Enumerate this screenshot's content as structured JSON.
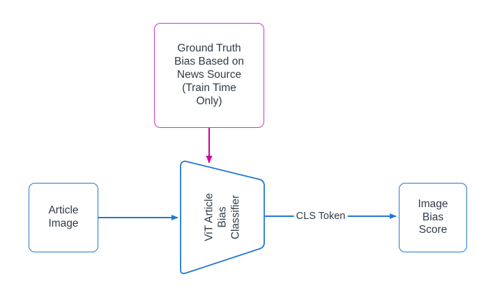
{
  "diagram": {
    "title": "ViT Article Bias Classifier pipeline",
    "background": "#ffffff",
    "colors": {
      "blue_stroke": "#1f78d1",
      "magenta_stroke": "#cc0099",
      "magenta_border": "#cc33cc",
      "text": "#2f3a46",
      "node_fill": "#ffffff"
    },
    "nodes": [
      {
        "id": "article-image",
        "label": "Article\nImage",
        "shape": "rounded-rectangle",
        "border_color": "#1f78d1"
      },
      {
        "id": "ground-truth",
        "label": "Ground Truth\nBias Based on\nNews Source\n(Train Time\nOnly)",
        "shape": "rounded-rectangle",
        "border_color": "#cc33cc"
      },
      {
        "id": "classifier",
        "label": "ViT Article\nBias\nClassifier",
        "shape": "trapezoid",
        "border_color": "#1f78d1",
        "text_rotation": "-90deg"
      },
      {
        "id": "image-bias-score",
        "label": "Image\nBias\nScore",
        "shape": "rounded-rectangle",
        "border_color": "#1f78d1"
      }
    ],
    "edges": [
      {
        "id": "article-image-to-classifier",
        "from": "article-image",
        "to": "classifier",
        "label": "",
        "color": "#1f78d1"
      },
      {
        "id": "ground-truth-to-classifier",
        "from": "ground-truth",
        "to": "classifier",
        "label": "",
        "color": "#cc0099"
      },
      {
        "id": "classifier-to-image-bias-score",
        "from": "classifier",
        "to": "image-bias-score",
        "label": "CLS Token",
        "color": "#1f78d1"
      }
    ]
  }
}
